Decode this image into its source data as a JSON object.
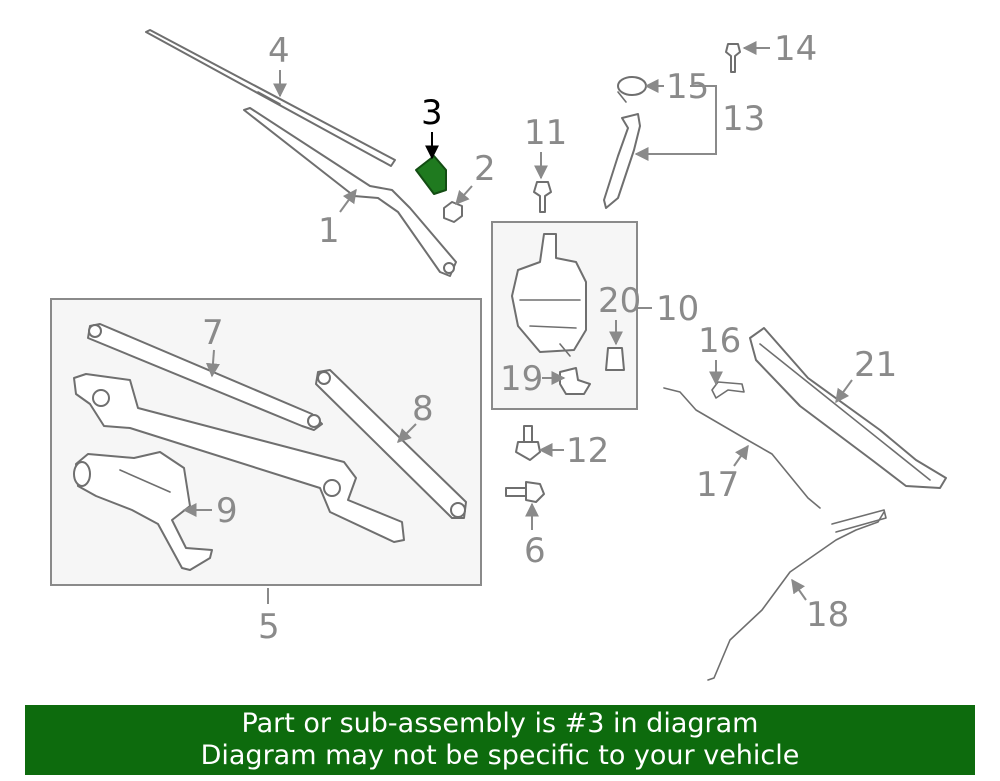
{
  "callouts": {
    "c1": "1",
    "c2": "2",
    "c3": "3",
    "c4": "4",
    "c5": "5",
    "c6": "6",
    "c7": "7",
    "c8": "8",
    "c9": "9",
    "c10": "10",
    "c11": "11",
    "c12": "12",
    "c13": "13",
    "c14": "14",
    "c15": "15",
    "c16": "16",
    "c17": "17",
    "c18": "18",
    "c19": "19",
    "c20": "20",
    "c21": "21"
  },
  "highlight": {
    "part": "3",
    "color": "#1f7a1f"
  },
  "banner": {
    "line1": "Part or sub-assembly is #3 in diagram",
    "line2": "Diagram may not be specific to your vehicle",
    "background": "#0d6b0d"
  }
}
